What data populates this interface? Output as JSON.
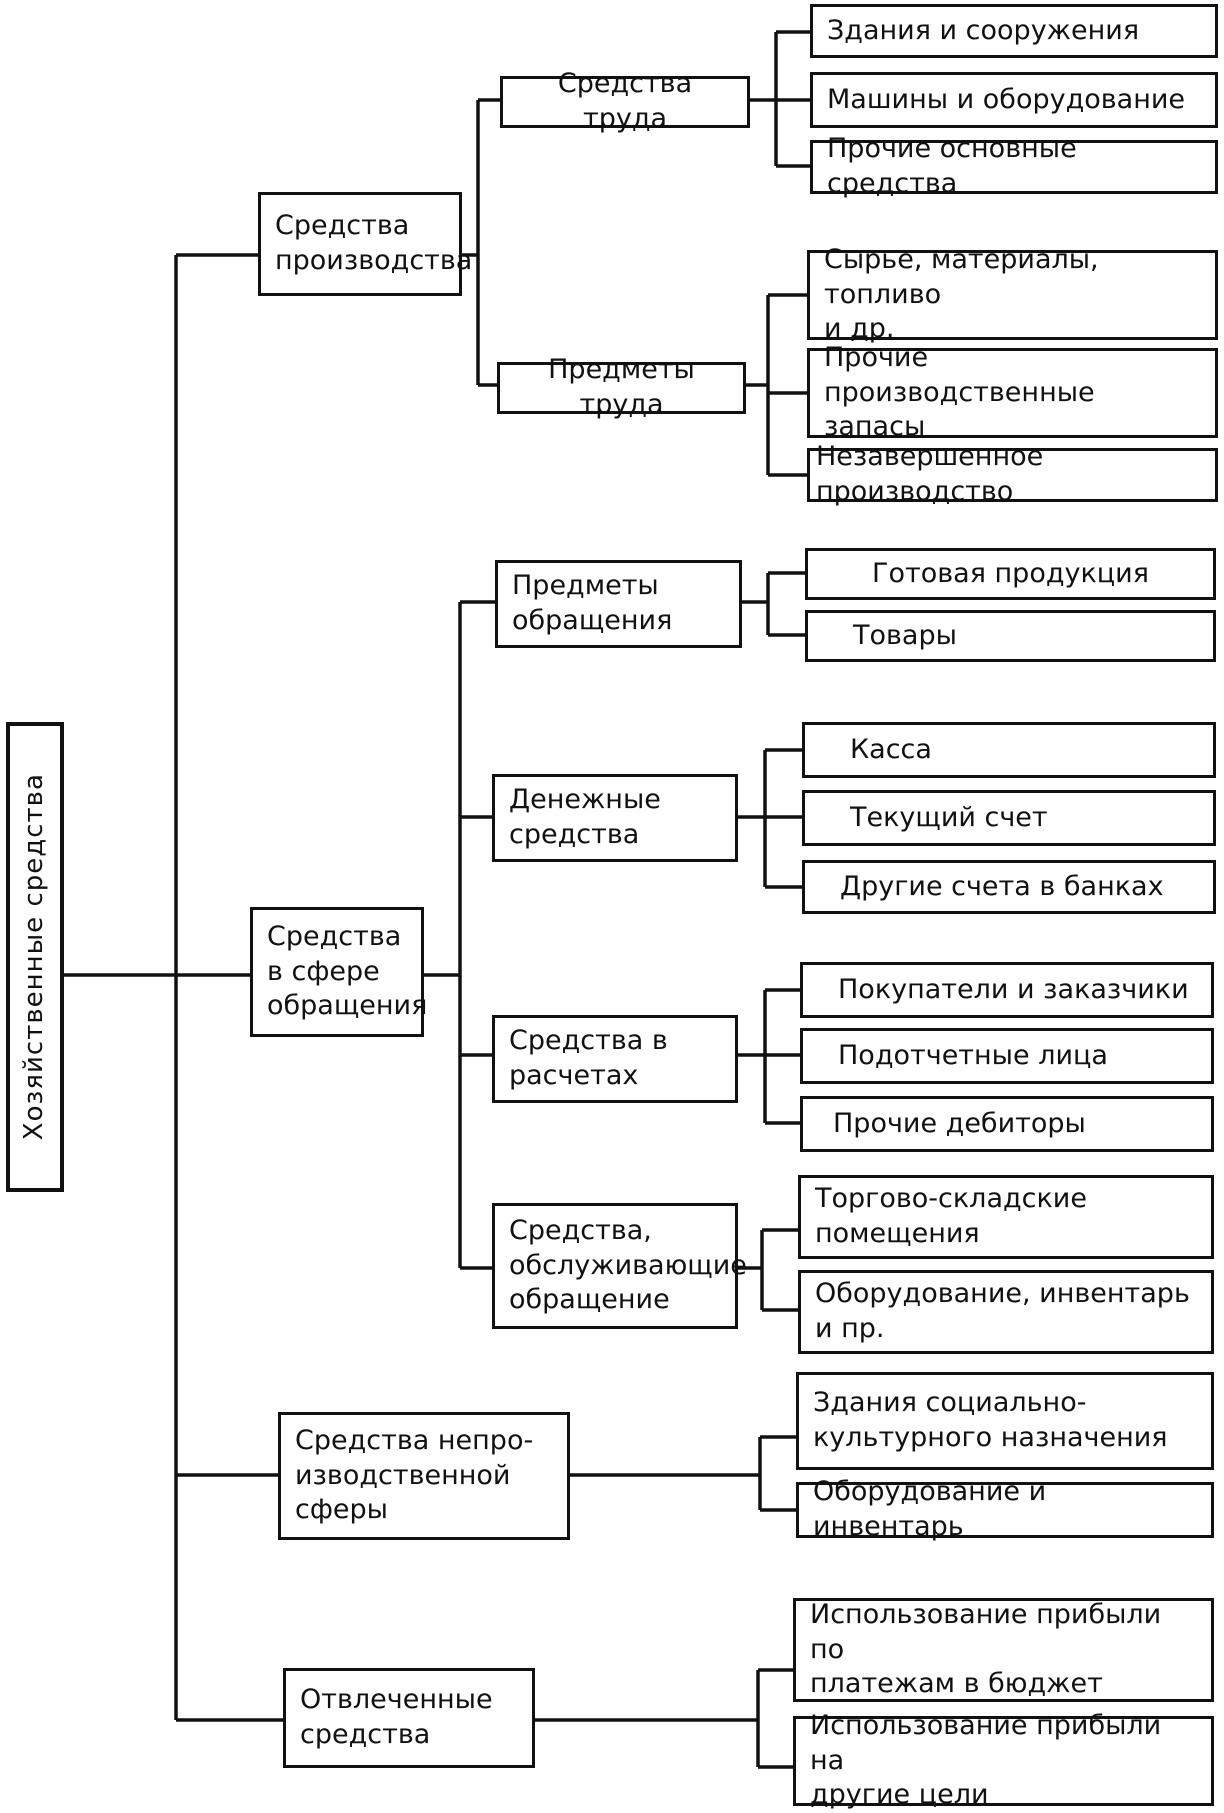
{
  "root": "Хозяйственные средства",
  "groups": {
    "production": "Средства\nпроизводства",
    "circulation": "Средства\nв сфере\nобращения",
    "nonproduction": "Средства непро-\nизводственной\nсферы",
    "diverted": "Отвлеченные\nсредства"
  },
  "subgroups": {
    "labor_means": "Средства труда",
    "labor_objects": "Предметы труда",
    "circulation_objects": "Предметы\nобращения",
    "cash": "Денежные\nсредства",
    "settlements": "Средства в\nрасчетах",
    "serving": "Средства,\nобслуживающие\nобращение"
  },
  "leaves": {
    "buildings": "Здания и сооружения",
    "machines": "Машины и оборудование",
    "other_fixed": "Прочие основные средства",
    "raw_materials": "Сырье, материалы, топливо\nи др.",
    "other_stocks": "Прочие производственные\nзапасы",
    "wip": "Незавершенное производство",
    "finished_goods": "Готовая продукция",
    "goods": "Товары",
    "cashbox": "Касса",
    "current_account": "Текущий счет",
    "other_accounts": "Другие счета в банках",
    "buyers": "Покупатели и заказчики",
    "accountable": "Подотчетные лица",
    "other_debtors": "Прочие дебиторы",
    "trade_premises": "Торгово-складские\nпомещения",
    "equipment_inventory": "Оборудование, инвентарь\nи пр.",
    "social_buildings": "Здания социально-\nкультурного назначения",
    "social_equipment": "Оборудование и инвентарь",
    "profit_budget": "Использование прибыли по\nплатежам в бюджет",
    "profit_other": "Использование прибыли на\nдругие цели"
  }
}
